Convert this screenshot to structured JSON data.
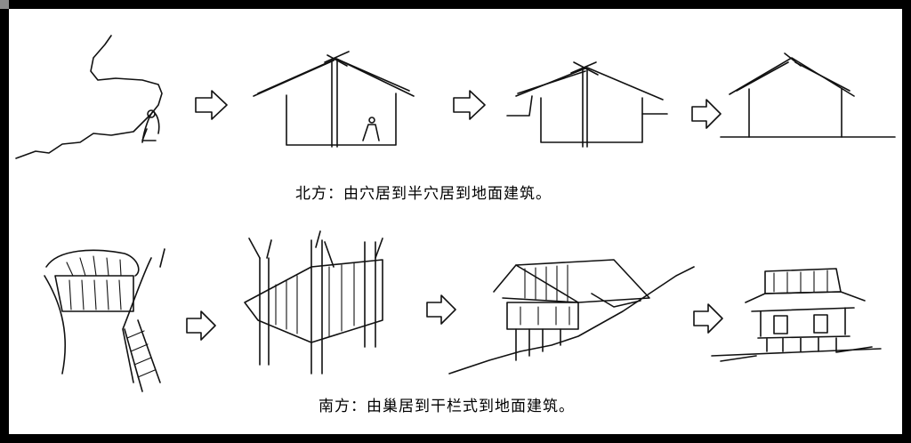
{
  "captions": {
    "north": "北方：由穴居到半穴居到地面建筑。",
    "south": "南方：由巢居到干栏式到地面建筑。"
  },
  "rows": {
    "north": [
      "cave-dwelling",
      "semi-pit-dwelling",
      "ground-building"
    ],
    "south": [
      "nest-dwelling",
      "stilt-house",
      "ground-building"
    ]
  }
}
